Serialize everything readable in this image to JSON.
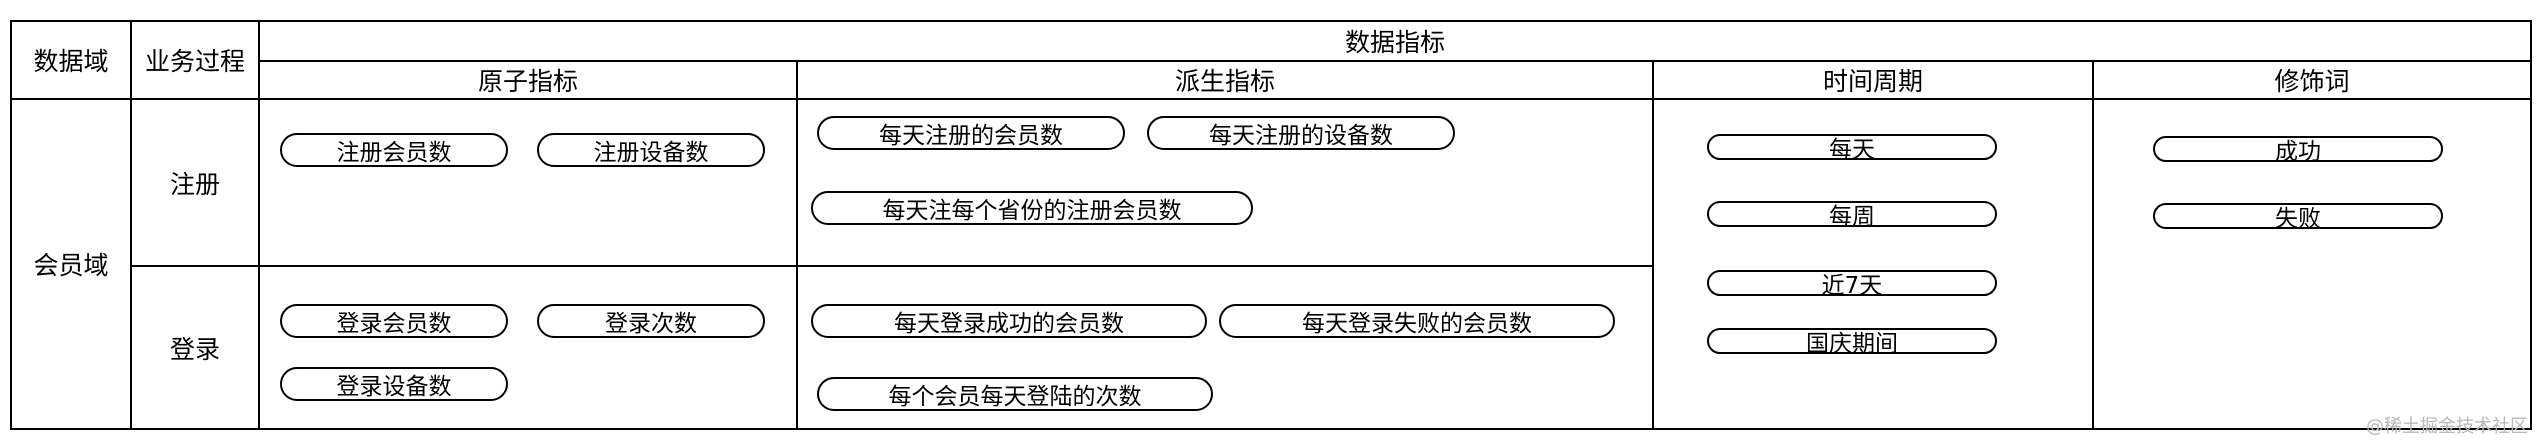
{
  "headers": {
    "data_domain": "数据域",
    "business_process": "业务过程",
    "data_metrics": "数据指标",
    "atomic_metrics": "原子指标",
    "derived_metrics": "派生指标",
    "time_period": "时间周期",
    "modifiers": "修饰词"
  },
  "domain": "会员域",
  "processes": {
    "register": {
      "label": "注册",
      "atomic": [
        "注册会员数",
        "注册设备数"
      ],
      "derived": [
        "每天注册的会员数",
        "每天注册的设备数",
        "每天注每个省份的注册会员数"
      ]
    },
    "login": {
      "label": "登录",
      "atomic": [
        "登录会员数",
        "登录次数",
        "登录设备数"
      ],
      "derived": [
        "每天登录成功的会员数",
        "每天登录失败的会员数",
        "每个会员每天登陆的次数"
      ]
    }
  },
  "time_periods": [
    "每天",
    "每周",
    "近7天",
    "国庆期间"
  ],
  "modifiers": [
    "成功",
    "失败"
  ],
  "watermark": "@稀土掘金技术社区"
}
